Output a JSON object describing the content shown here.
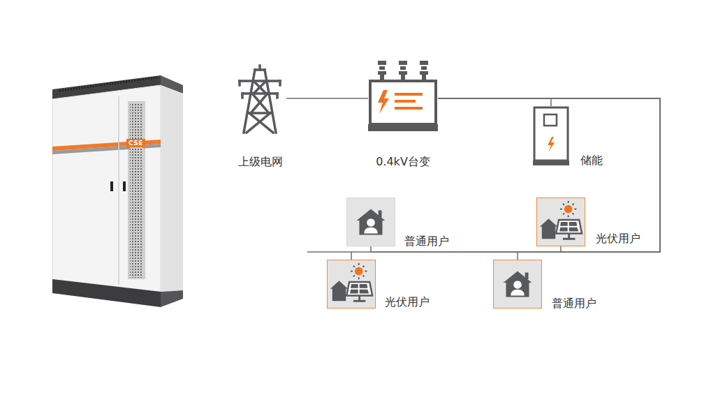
{
  "diagram": {
    "nodes": [
      {
        "text": [
          "上级电网"
        ]
      },
      {
        "text": [
          "0.4kV台变"
        ]
      },
      {
        "text": [
          "储能"
        ]
      },
      {
        "text": [
          "普通用户"
        ]
      },
      {
        "text": [
          "光伏用户"
        ]
      },
      {
        "text": [
          "光伏用户"
        ]
      },
      {
        "text": [
          "普通用户"
        ]
      }
    ],
    "edges": [
      {
        "from": 0,
        "to": 1,
        "arrow": "none"
      },
      {
        "from": 1,
        "to": 2,
        "arrow": "none"
      },
      {
        "from": 1,
        "to": 3,
        "arrow": "none"
      },
      {
        "from": 1,
        "to": 4,
        "arrow": "none"
      },
      {
        "from": 1,
        "to": 5,
        "arrow": "none"
      },
      {
        "from": 1,
        "to": 6,
        "arrow": "none"
      }
    ],
    "labels": [
      "CSE"
    ]
  }
}
